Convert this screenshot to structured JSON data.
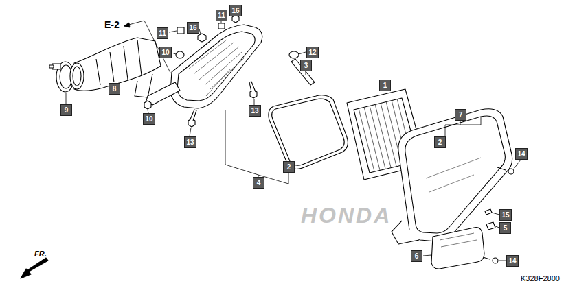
{
  "diagram": {
    "nodes": [
      {
        "text": [
          "11"
        ]
      },
      {
        "text": [
          "16"
        ]
      },
      {
        "text": [
          "11"
        ]
      },
      {
        "text": [
          "16"
        ]
      },
      {
        "text": [
          "10"
        ]
      },
      {
        "text": [
          "12"
        ]
      },
      {
        "text": [
          "3"
        ]
      },
      {
        "text": [
          "8"
        ]
      },
      {
        "text": [
          "9"
        ]
      },
      {
        "text": [
          "13"
        ]
      },
      {
        "text": [
          "10"
        ]
      },
      {
        "text": [
          "13"
        ]
      },
      {
        "text": [
          "1"
        ]
      },
      {
        "text": [
          "7"
        ]
      },
      {
        "text": [
          "2"
        ]
      },
      {
        "text": [
          "2"
        ]
      },
      {
        "text": [
          "4"
        ]
      },
      {
        "text": [
          "14"
        ]
      },
      {
        "text": [
          "15"
        ]
      },
      {
        "text": [
          "5"
        ]
      },
      {
        "text": [
          "6"
        ]
      },
      {
        "text": [
          "14"
        ]
      }
    ],
    "labels": [
      "E-2",
      "FR.",
      "K328F2800",
      "HONDA"
    ]
  }
}
